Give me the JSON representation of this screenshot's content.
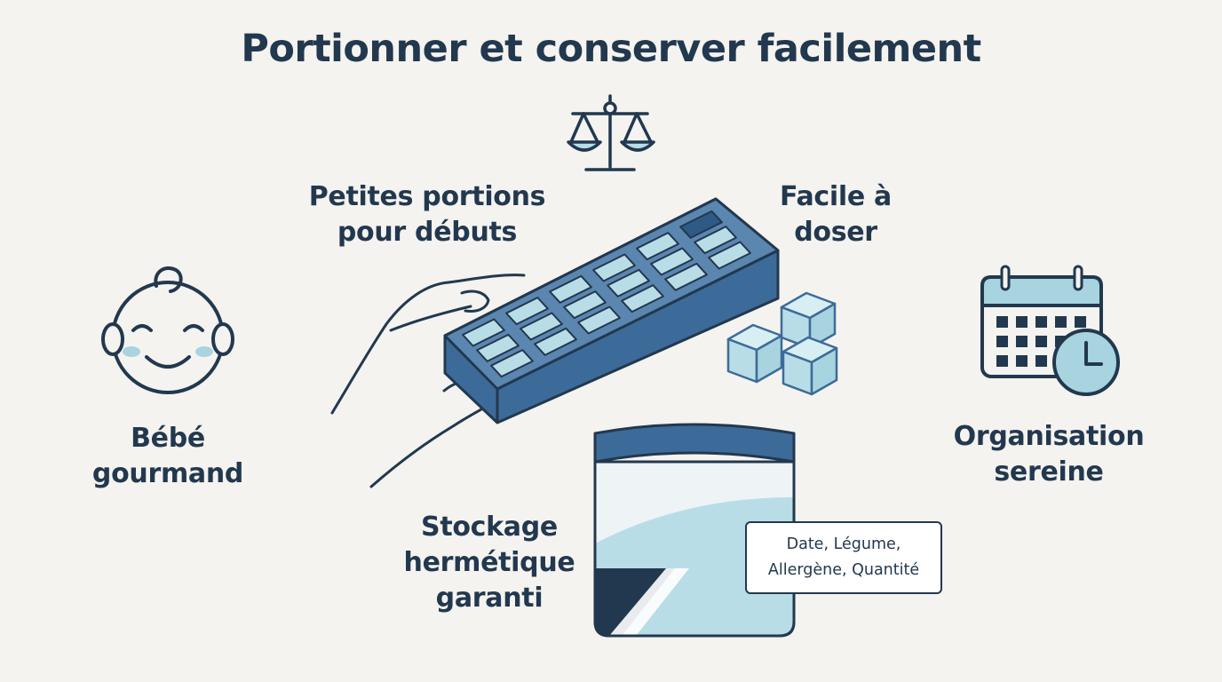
{
  "title": "Portionner et conserver facilement",
  "labels": {
    "portions": [
      "Petites portions",
      "pour débuts"
    ],
    "dosage": [
      "Facile à",
      "doser"
    ],
    "baby": [
      "Bébé",
      "gourmand"
    ],
    "organisation": [
      "Organisation",
      "sereine"
    ],
    "storage": [
      "Stockage",
      "hermétique",
      "garanti"
    ]
  },
  "bag_label": [
    "Date, Légume,",
    "Allergène, Quantité"
  ],
  "icons": [
    "scale-icon",
    "ice-cube-tray-icon",
    "hand-icon",
    "ice-cubes-icon",
    "baby-face-icon",
    "calendar-clock-icon",
    "freezer-bag-icon"
  ],
  "colors": {
    "ink": "#22384f",
    "tray": "#3d6b99",
    "ice": "#b9dde6",
    "accent": "#a7d4df",
    "background": "#f4f3ef"
  }
}
